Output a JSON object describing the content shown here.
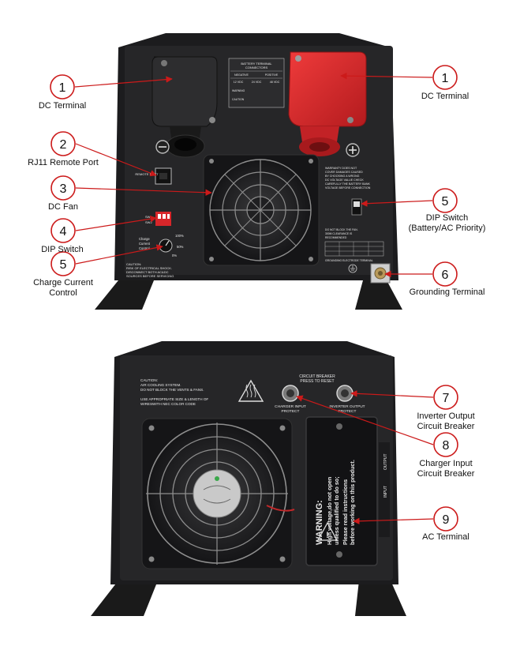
{
  "colors": {
    "callout": "#cc1a1a",
    "housing": "#1e1e20",
    "panel": "#2a2a2c",
    "terminal_black": "#2b2b2d",
    "terminal_red": "#d8262a"
  },
  "top_unit": {
    "battery_label": {
      "title_line1": "BATTERY TERMINAL",
      "title_line2": "CONNECTORS",
      "col_negative": "NEGATIVE",
      "col_positive": "POSITIVE",
      "v12": "12 VDC",
      "v24": "24 VDC",
      "v48": "48 VDC",
      "warning": "WARNING",
      "caution": "CAUTION"
    },
    "remote_port_text": "REMOTE PORT",
    "warranty_text": [
      "WARRANTY DOES NOT",
      "COVER DAMAGES CAUSED",
      "BY CHOOSING A WRONG",
      "DC VOLTAGE VALUE CHECK",
      "CAREFULLY THE BATTERY BANK",
      "VOLTAGE BEFORE CONNECTION"
    ],
    "fan_clearance_text": [
      "DO NOT BLOCK THE FAN.",
      "300M CLEARANCE IS",
      "RECOMMENDED"
    ],
    "sw1": "SW1",
    "sw2": "SW2",
    "charge_current_text": [
      "Charge",
      "Current",
      "Control"
    ],
    "pct_100": "100%",
    "pct_50": "50%",
    "pct_0": "0%",
    "grounding_text": "GROUNDING ELECTRODE TERMINAL",
    "caution_text": [
      "CAUTION:",
      "RISK OF ELECTRICAL SHOCK.",
      "DISCONNECT BOTH AC&DC",
      "SOURCES BEFORE SERVICING"
    ]
  },
  "bottom_unit": {
    "caution_text": [
      "CAUTION:",
      "AIR COOLING SYSTEM.",
      "DO NOT BLOCK THE VENTS & FANS."
    ],
    "wire_text": [
      "USE APPROPRIATE SIZE & LENGTH OF",
      "WIRESWITH NEC COLOR CODE"
    ],
    "breaker_title": [
      "CIRCUIT BREAKER",
      "PRESS TO RESET"
    ],
    "charger_protect": [
      "CHARGER INPUT",
      "PROTECT"
    ],
    "inverter_protect": [
      "INVERTER OUTPUT",
      "PROTECT"
    ],
    "warning_title": "WARNING:",
    "warning_lines": [
      "High voltage,do not open",
      "unless qualified to do so;",
      "Please read instructions",
      "before working on this product."
    ],
    "input": "INPUT",
    "output": "OUTPUT"
  },
  "callouts": [
    {
      "num": "1",
      "label": "DC Terminal"
    },
    {
      "num": "1",
      "label": "DC Terminal"
    },
    {
      "num": "2",
      "label": "RJ11 Remote Port"
    },
    {
      "num": "3",
      "label": "DC Fan"
    },
    {
      "num": "4",
      "label": "DIP Switch"
    },
    {
      "num": "5",
      "label": "Charge Current\nControl"
    },
    {
      "num": "5",
      "label": "DIP Switch\n(Battery/AC Priority)"
    },
    {
      "num": "6",
      "label": "Grounding Terminal"
    },
    {
      "num": "7",
      "label": "Inverter Output\nCircuit Breaker"
    },
    {
      "num": "8",
      "label": "Charger Input\nCircuit Breaker"
    },
    {
      "num": "9",
      "label": "AC Terminal"
    }
  ]
}
